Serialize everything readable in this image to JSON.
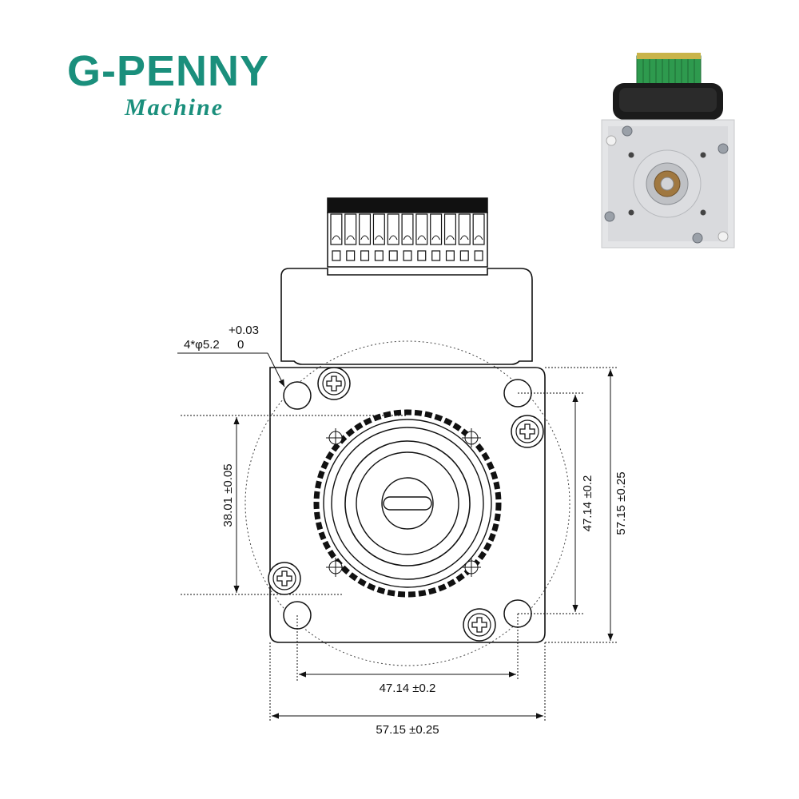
{
  "brand": {
    "name": "G-PENNY",
    "tagline": "Machine",
    "color": "#1a8f7c"
  },
  "photo": {
    "icon": "stepper-motor-photo"
  },
  "drawing": {
    "hole_callout": "4*φ5.2",
    "hole_tol_upper": "+0.03",
    "hole_tol_lower": "0",
    "dim_left_vertical": "38.01 ±0.05",
    "dim_right_inner_vertical": "47.14 ±0.2",
    "dim_right_outer_vertical": "57.15 ±0.25",
    "dim_bottom_inner": "47.14 ±0.2",
    "dim_bottom_outer": "57.15 ±0.25",
    "connector_pins": 11
  }
}
